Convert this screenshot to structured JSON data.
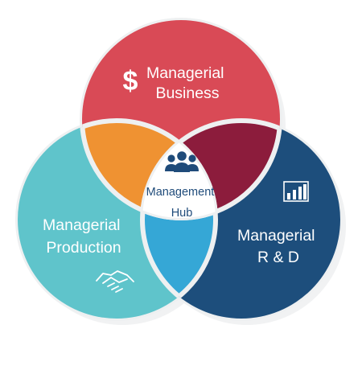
{
  "diagram": {
    "circles": [
      {
        "id": "business",
        "lines": [
          "Managerial",
          "Business"
        ],
        "color": "#d94a56",
        "icon": "dollar-sign-icon",
        "icon_glyph": "$"
      },
      {
        "id": "production",
        "lines": [
          "Managerial",
          "Production"
        ],
        "color": "#5fc4cb",
        "icon": "handshake-icon"
      },
      {
        "id": "rnd",
        "lines": [
          "Managerial",
          "R & D"
        ],
        "color": "#1d4e7c",
        "icon": "bar-chart-icon"
      }
    ],
    "overlaps": {
      "business_production": "#ef9232",
      "business_rnd": "#8c1c3c",
      "production_rnd": "#35a7d6"
    },
    "hub": {
      "lines": [
        "Management",
        "Hub"
      ],
      "icon": "people-group-icon",
      "color": "#ffffff",
      "text_color": "#1f4b7a"
    },
    "gap_color": "#eef0f1"
  }
}
